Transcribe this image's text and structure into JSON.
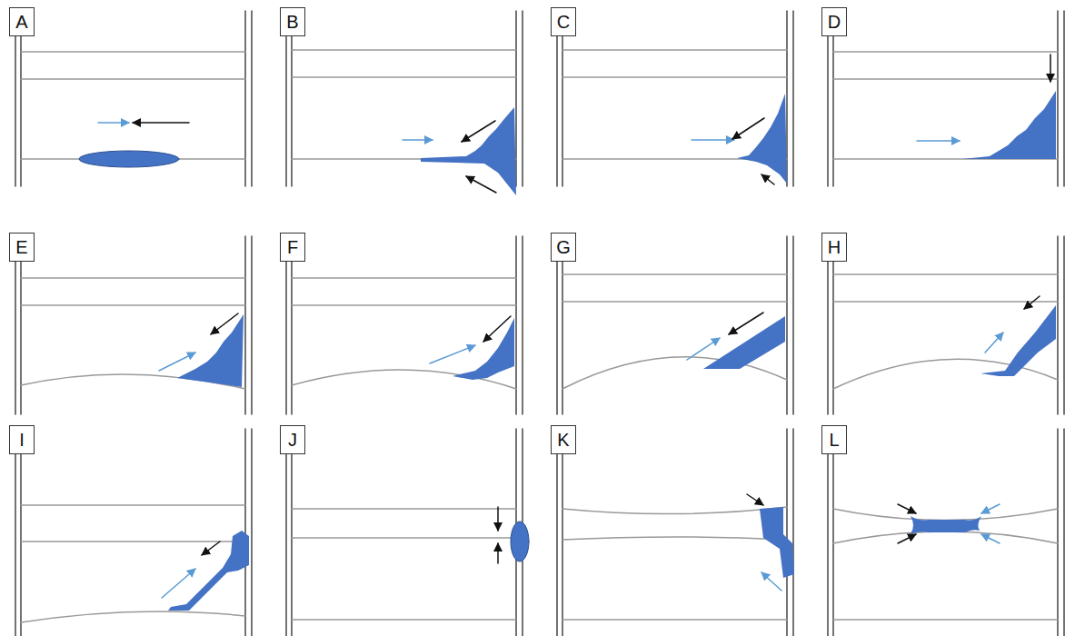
{
  "diagram": {
    "nodes": [
      {
        "text": [
          "A"
        ]
      },
      {
        "text": [
          "B"
        ]
      },
      {
        "text": [
          "C"
        ]
      },
      {
        "text": [
          "D"
        ]
      },
      {
        "text": [
          "E"
        ]
      },
      {
        "text": [
          "F"
        ]
      },
      {
        "text": [
          "G"
        ]
      },
      {
        "text": [
          "H"
        ]
      },
      {
        "text": [
          "I"
        ]
      },
      {
        "text": [
          "J"
        ]
      },
      {
        "text": [
          "K"
        ]
      },
      {
        "text": [
          "L"
        ]
      }
    ]
  }
}
